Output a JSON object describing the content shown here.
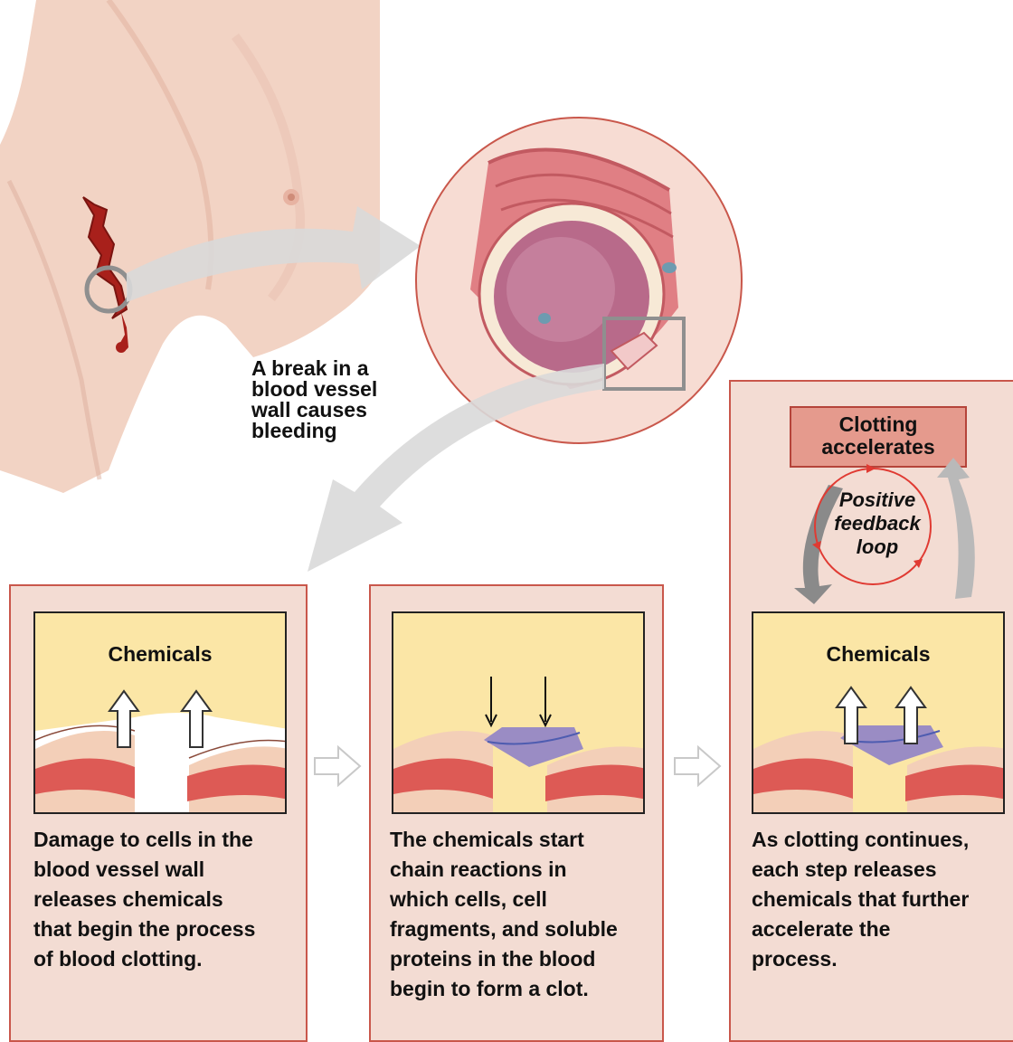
{
  "intro": {
    "caption": "A break in a\nblood vessel\nwall causes\nbleeding"
  },
  "steps": [
    {
      "inset_label": "Chemicals",
      "caption": "Damage to cells in the\nblood vessel wall\nreleases chemicals\nthat begin the process\nof blood clotting."
    },
    {
      "inset_label": "",
      "caption": "The chemicals start\nchain reactions in\nwhich cells, cell\nfragments, and soluble\nproteins in the blood\nbegin to form a clot."
    },
    {
      "inset_label": "Chemicals",
      "caption": "As clotting continues,\neach step releases\nchemicals that further\naccelerate the\nprocess."
    }
  ],
  "feedback": {
    "box_label": "Clotting accelerates",
    "loop_label": "Positive\nfeedback\nloop"
  },
  "colors": {
    "panel_fill": "#f3dcd3",
    "panel_border": "#c9574b",
    "inset_fill": "#fbe6a6",
    "accel_fill": "#e59a8d",
    "loop_red": "#e03a32"
  },
  "icons": [
    "arm-illustration",
    "vessel-illustration",
    "magnifier-ring-icon",
    "zoom-arrow-icon",
    "step-arrow-icon",
    "up-arrow-icon",
    "down-arrow-icon",
    "loop-arrow-icon"
  ]
}
